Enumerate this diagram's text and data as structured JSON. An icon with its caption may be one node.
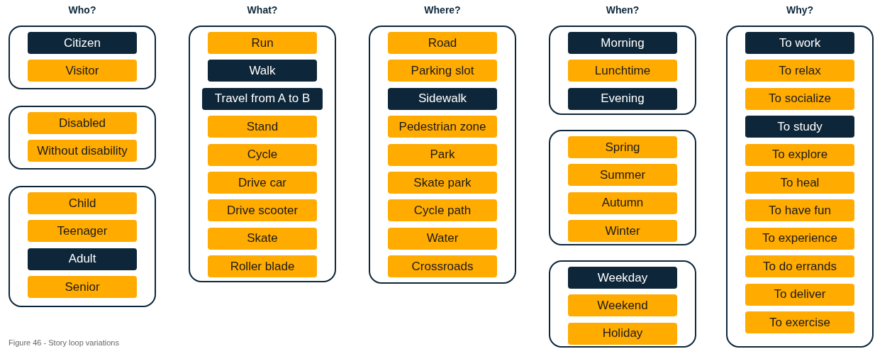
{
  "diagram": {
    "caption": "Figure 46 - Story loop variations",
    "nodes": [
      {
        "text": [],
        "shape": "box"
      },
      {
        "text": [
          "Citizen"
        ],
        "in": 0
      },
      {
        "text": [
          "Visitor"
        ],
        "in": 0
      },
      {
        "text": [],
        "shape": "box"
      },
      {
        "text": [
          "Disabled"
        ],
        "in": 3
      },
      {
        "text": [
          "Without disability"
        ],
        "in": 3
      },
      {
        "text": [],
        "shape": "box"
      },
      {
        "text": [
          "Child"
        ],
        "in": 6
      },
      {
        "text": [
          "Teenager"
        ],
        "in": 6
      },
      {
        "text": [
          "Adult"
        ],
        "in": 6
      },
      {
        "text": [
          "Senior"
        ],
        "in": 6
      },
      {
        "text": [],
        "shape": "box"
      },
      {
        "text": [
          "Run"
        ],
        "in": 11
      },
      {
        "text": [
          "Walk"
        ],
        "in": 11
      },
      {
        "text": [
          "Travel from A to B"
        ],
        "in": 11
      },
      {
        "text": [
          "Stand"
        ],
        "in": 11
      },
      {
        "text": [
          "Cycle"
        ],
        "in": 11
      },
      {
        "text": [
          "Drive car"
        ],
        "in": 11
      },
      {
        "text": [
          "Drive scooter"
        ],
        "in": 11
      },
      {
        "text": [
          "Skate"
        ],
        "in": 11
      },
      {
        "text": [
          "Roller blade"
        ],
        "in": 11
      },
      {
        "text": [],
        "shape": "box"
      },
      {
        "text": [
          "Road"
        ],
        "in": 21
      },
      {
        "text": [
          "Parking slot"
        ],
        "in": 21
      },
      {
        "text": [
          "Sidewalk"
        ],
        "in": 21
      },
      {
        "text": [
          "Pedestrian zone"
        ],
        "in": 21
      },
      {
        "text": [
          "Park"
        ],
        "in": 21
      },
      {
        "text": [
          "Skate park"
        ],
        "in": 21
      },
      {
        "text": [
          "Cycle path"
        ],
        "in": 21
      },
      {
        "text": [
          "Water"
        ],
        "in": 21
      },
      {
        "text": [
          "Crossroads"
        ],
        "in": 21
      },
      {
        "text": [],
        "shape": "box"
      },
      {
        "text": [
          "Morning"
        ],
        "in": 31
      },
      {
        "text": [
          "Lunchtime"
        ],
        "in": 31
      },
      {
        "text": [
          "Evening"
        ],
        "in": 31
      },
      {
        "text": [],
        "shape": "box"
      },
      {
        "text": [
          "Spring"
        ],
        "in": 35
      },
      {
        "text": [
          "Summer"
        ],
        "in": 35
      },
      {
        "text": [
          "Autumn"
        ],
        "in": 35
      },
      {
        "text": [
          "Winter"
        ],
        "in": 35
      },
      {
        "text": [],
        "shape": "box"
      },
      {
        "text": [
          "Weekday"
        ],
        "in": 40
      },
      {
        "text": [
          "Weekend"
        ],
        "in": 40
      },
      {
        "text": [
          "Holiday"
        ],
        "in": 40
      },
      {
        "text": [],
        "shape": "box"
      },
      {
        "text": [
          "To work"
        ],
        "in": 44
      },
      {
        "text": [
          "To relax"
        ],
        "in": 44
      },
      {
        "text": [
          "To socialize"
        ],
        "in": 44
      },
      {
        "text": [
          "To study"
        ],
        "in": 44
      },
      {
        "text": [
          "To explore"
        ],
        "in": 44
      },
      {
        "text": [
          "To heal"
        ],
        "in": 44
      },
      {
        "text": [
          "To have fun"
        ],
        "in": 44
      },
      {
        "text": [
          "To experience"
        ],
        "in": 44
      },
      {
        "text": [
          "To do errands"
        ],
        "in": 44
      },
      {
        "text": [
          "To deliver"
        ],
        "in": 44
      },
      {
        "text": [
          "To exercise"
        ],
        "in": 44
      }
    ],
    "labels": [
      "Who?",
      "What?",
      "Where?",
      "When?",
      "Why?"
    ]
  }
}
